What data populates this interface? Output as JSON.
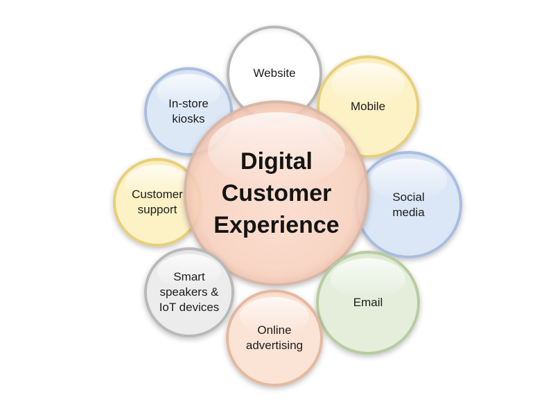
{
  "center": {
    "label": "Digital\nCustomer\nExperience",
    "fill": "#f8d6c5"
  },
  "satellites": [
    {
      "key": "website",
      "label": "Website",
      "fill": "#ffffff",
      "border": "#b8b8b8"
    },
    {
      "key": "mobile",
      "label": "Mobile",
      "fill": "#fdf1c6",
      "border": "#e8cf7a"
    },
    {
      "key": "social-media",
      "label": "Social\nmedia",
      "fill": "#dbe6f6",
      "border": "#a9bde0"
    },
    {
      "key": "email",
      "label": "Email",
      "fill": "#e4eedb",
      "border": "#b7cc9f"
    },
    {
      "key": "online-advertising",
      "label": "Online\nadvertising",
      "fill": "#fbe3d5",
      "border": "#e5b9a0"
    },
    {
      "key": "smart-speakers",
      "label": "Smart\nspeakers &\nIoT devices",
      "fill": "#ececec",
      "border": "#b9b9b9"
    },
    {
      "key": "customer-support",
      "label": "Customer\nsupport",
      "fill": "#fdf1c6",
      "border": "#e8cf7a"
    },
    {
      "key": "in-store-kiosks",
      "label": "In-store\nkiosks",
      "fill": "#dde8f6",
      "border": "#a9bde0"
    }
  ]
}
